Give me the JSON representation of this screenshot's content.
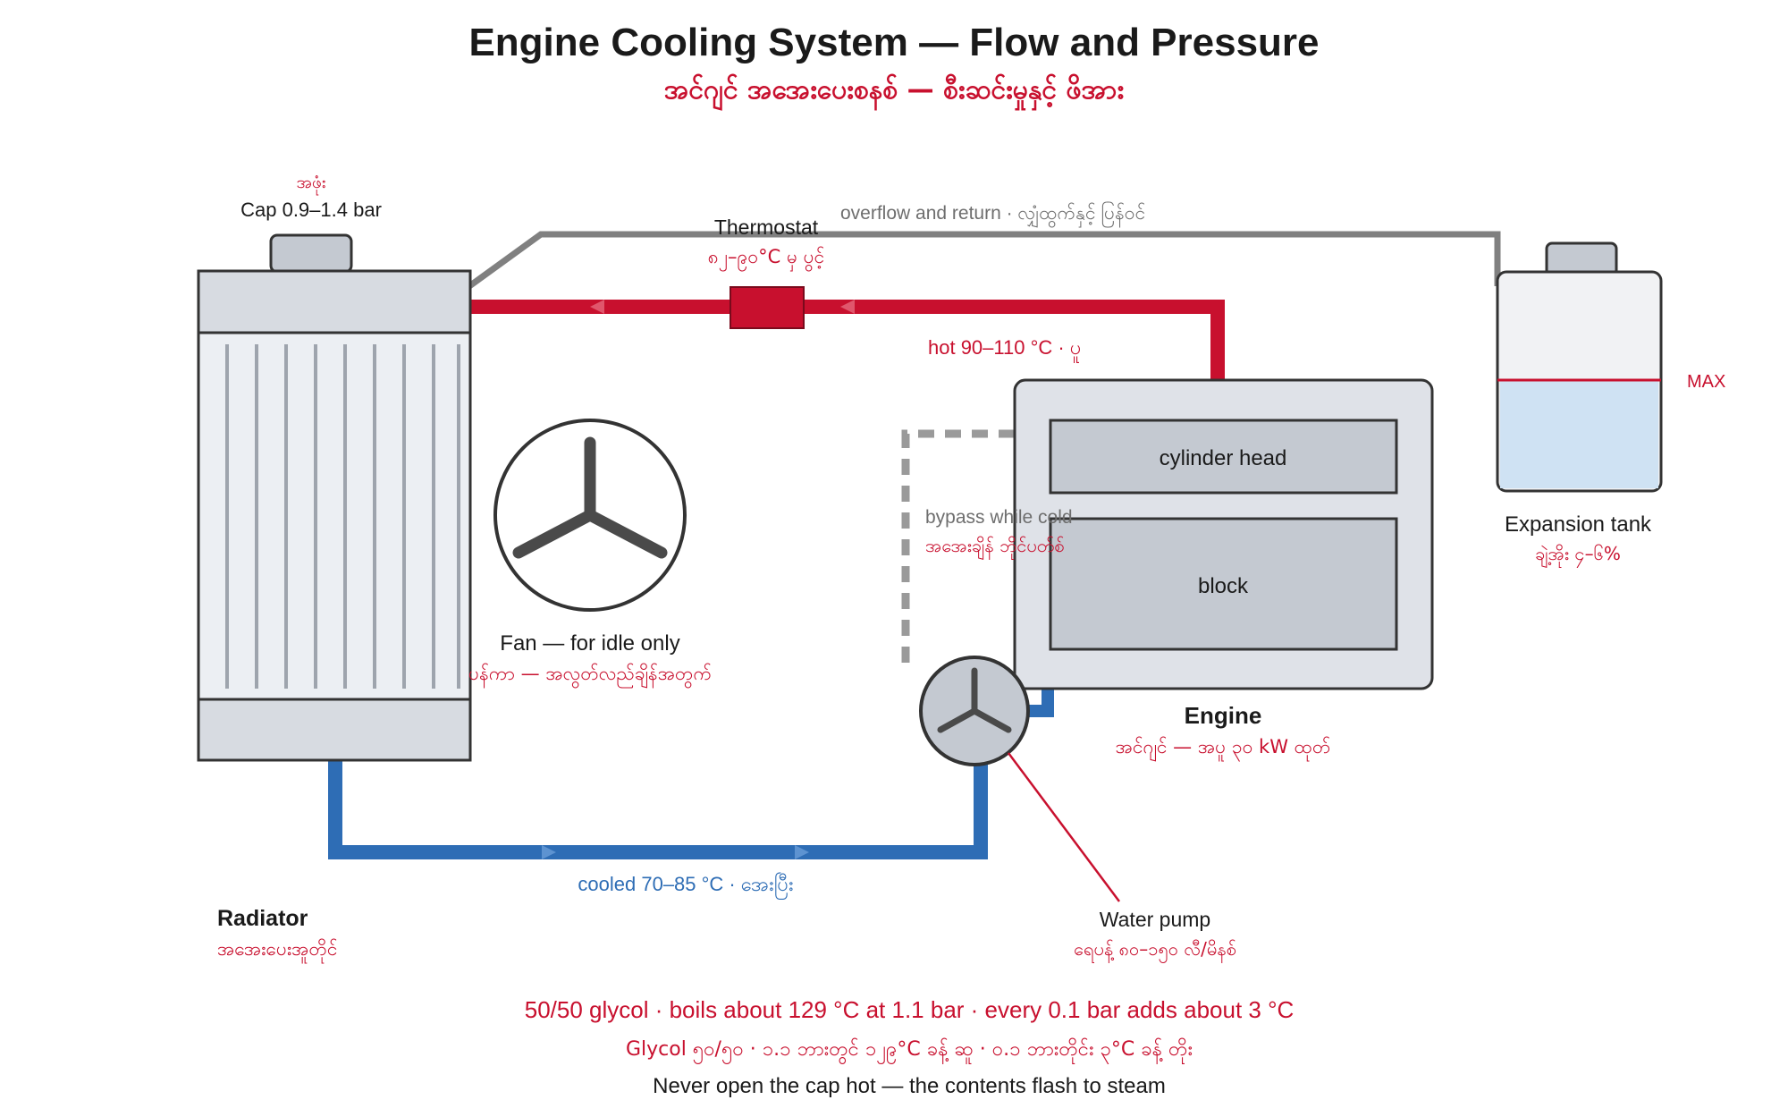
{
  "title": "Engine Cooling System — Flow and Pressure",
  "subtitle": "အင်ဂျင် အအေးပေးစနစ် — စီးဆင်းမှုနှင့် ဖိအား",
  "cap": {
    "label_my": "အဖုံး",
    "label_en": "Cap 0.9–1.4 bar"
  },
  "overflow": {
    "label": "overflow and return · လျှံထွက်နှင့် ပြန်ဝင်"
  },
  "thermostat": {
    "label_en": "Thermostat",
    "label_my": "၈၂–၉၀°C မှ ပွင့်"
  },
  "hot_line": {
    "label": "hot 90–110 °C · ပူ"
  },
  "radiator": {
    "label_en": "Radiator",
    "label_my": "အအေးပေးအူတိုင်"
  },
  "fan": {
    "label_en": "Fan — for idle only",
    "label_my": "ပန်ကာ — အလွတ်လည်ချိန်အတွက်"
  },
  "engine": {
    "head_label": "cylinder head",
    "block_label": "block",
    "label_en": "Engine",
    "label_my": "အင်ဂျင် — အပူ ၃၀ kW ထုတ်"
  },
  "bypass": {
    "label_en": "bypass while cold",
    "label_my": "အအေးချိန် ဘိုင်ပတ်စ်"
  },
  "water_pump": {
    "label_en": "Water pump",
    "label_my": "ရေပန့် ၈၀–၁၅၀ လီ/မိနစ်"
  },
  "cooled_line": {
    "label": "cooled 70–85 °C · အေးပြီး"
  },
  "expansion_tank": {
    "max_label": "MAX",
    "label_en": "Expansion tank",
    "label_my": "ချဲ့အိုး ၄–၆%"
  },
  "footer": {
    "line1": "50/50 glycol · boils about 129 °C at 1.1 bar · every 0.1 bar adds about 3 °C",
    "line2": "Glycol ၅၀/၅၀ · ၁.၁ ဘားတွင် ၁၂၉°C ခန့် ဆူ · ၀.၁ ဘားတိုင်း ၃°C ခန့် တိုး",
    "line3": "Never open the cap hot — the contents flash to steam"
  },
  "colors": {
    "hot": "#c8102e",
    "cool": "#2e6db5",
    "overflow": "#808080",
    "bypass": "#9a9a9a",
    "coolant": "#cfe2f3",
    "metal": "#c4c9d1"
  }
}
